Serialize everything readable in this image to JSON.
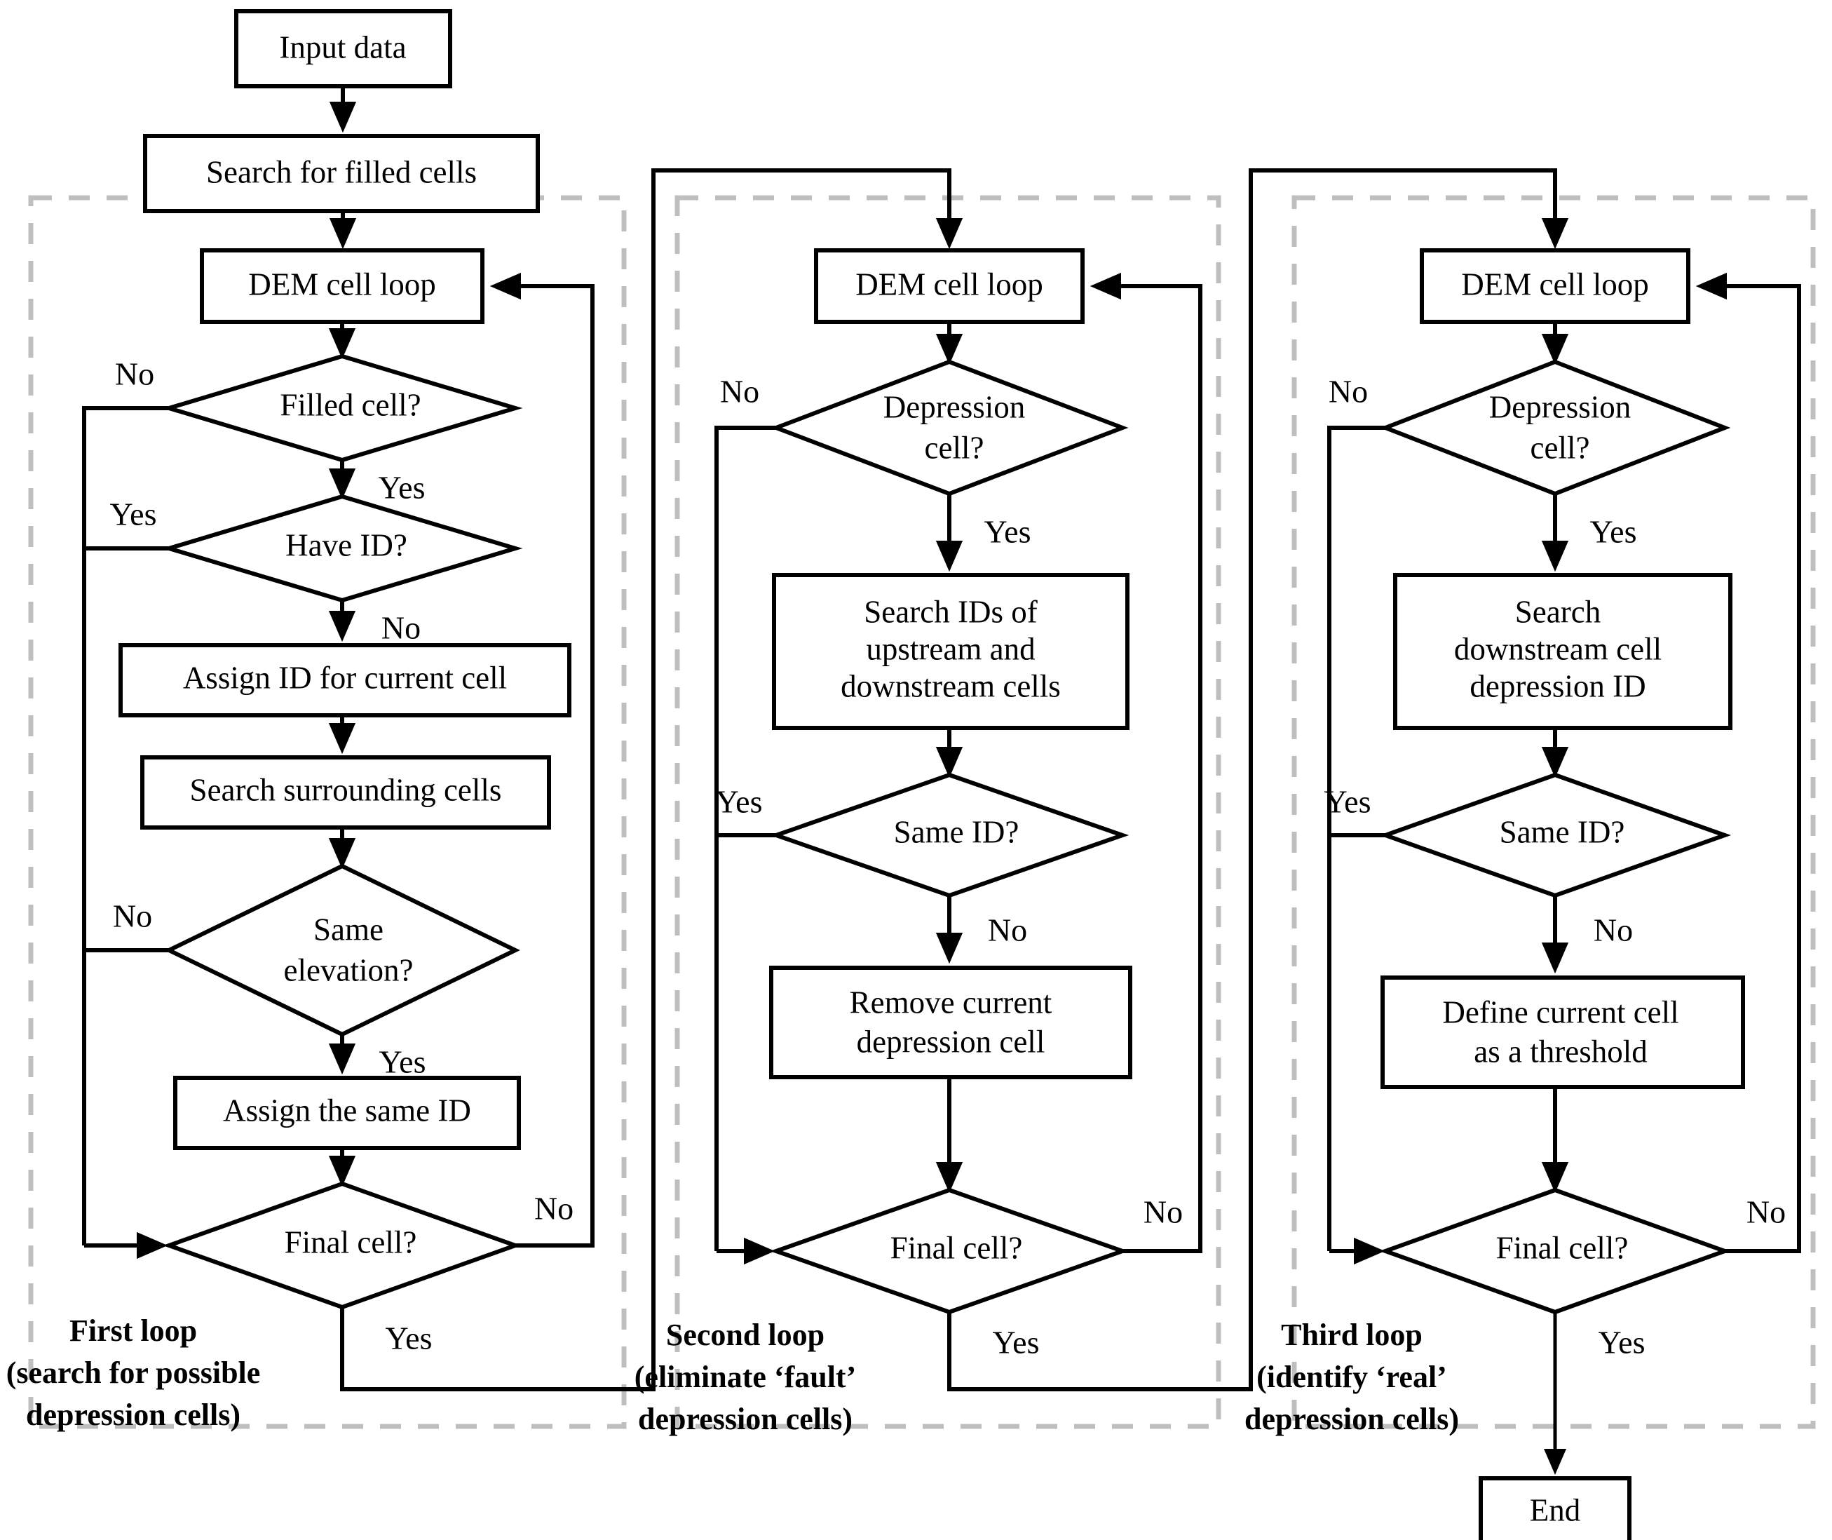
{
  "diagram": {
    "title": "Depression cell identification flowchart",
    "start_node": "Input data",
    "pre_node": "Search for filled cells",
    "end_node": "End",
    "colors": {
      "line": "#000000",
      "group_border": "#bfbfbf",
      "background": "#ffffff"
    },
    "labels": {
      "yes": "Yes",
      "no": "No"
    }
  },
  "loops": [
    {
      "id": "first",
      "caption_line1": "First loop",
      "caption_line2": "(search for possible",
      "caption_line3": "depression cells)",
      "loop_header": "DEM cell loop",
      "nodes": [
        {
          "key": "d1",
          "type": "decision",
          "text": "Filled cell?"
        },
        {
          "key": "d2",
          "type": "decision",
          "text": "Have ID?"
        },
        {
          "key": "p1",
          "type": "process",
          "text": "Assign ID for current cell"
        },
        {
          "key": "p2",
          "type": "process",
          "text": "Search surrounding cells"
        },
        {
          "key": "d3",
          "type": "decision",
          "text_line1": "Same",
          "text_line2": "elevation?"
        },
        {
          "key": "p3",
          "type": "process",
          "text": "Assign the same ID"
        },
        {
          "key": "d4",
          "type": "decision",
          "text": "Final cell?"
        }
      ]
    },
    {
      "id": "second",
      "caption_line1": "Second loop",
      "caption_line2": "(eliminate ‘fault’",
      "caption_line3": "depression cells)",
      "loop_header": "DEM cell loop",
      "nodes": [
        {
          "key": "d1",
          "type": "decision",
          "text_line1": "Depression",
          "text_line2": "cell?"
        },
        {
          "key": "p1",
          "type": "process",
          "text_line1": "Search IDs of",
          "text_line2": "upstream and",
          "text_line3": "downstream cells"
        },
        {
          "key": "d2",
          "type": "decision",
          "text": "Same ID?"
        },
        {
          "key": "p2",
          "type": "process",
          "text_line1": "Remove current",
          "text_line2": "depression cell"
        },
        {
          "key": "d3",
          "type": "decision",
          "text": "Final cell?"
        }
      ]
    },
    {
      "id": "third",
      "caption_line1": "Third loop",
      "caption_line2": "(identify ‘real’",
      "caption_line3": "depression cells)",
      "loop_header": "DEM cell loop",
      "nodes": [
        {
          "key": "d1",
          "type": "decision",
          "text_line1": "Depression",
          "text_line2": "cell?"
        },
        {
          "key": "p1",
          "type": "process",
          "text_line1": "Search",
          "text_line2": "downstream cell",
          "text_line3": "depression ID"
        },
        {
          "key": "d2",
          "type": "decision",
          "text": "Same ID?"
        },
        {
          "key": "p2",
          "type": "process",
          "text_line1": "Define current cell",
          "text_line2": "as a threshold"
        },
        {
          "key": "d3",
          "type": "decision",
          "text": "Final cell?"
        }
      ]
    }
  ],
  "edge_labels": {
    "l1_filled_no": "No",
    "l1_filled_yes": "Yes",
    "l1_haveid_yes": "Yes",
    "l1_haveid_no": "No",
    "l1_sameelev_no": "No",
    "l1_sameelev_yes": "Yes",
    "l1_final_no": "No",
    "l1_final_yes": "Yes",
    "l2_depr_no": "No",
    "l2_depr_yes": "Yes",
    "l2_sameid_yes": "Yes",
    "l2_sameid_no": "No",
    "l2_final_no": "No",
    "l2_final_yes": "Yes",
    "l3_depr_no": "No",
    "l3_depr_yes": "Yes",
    "l3_sameid_yes": "Yes",
    "l3_sameid_no": "No",
    "l3_final_no": "No",
    "l3_final_yes": "Yes"
  }
}
